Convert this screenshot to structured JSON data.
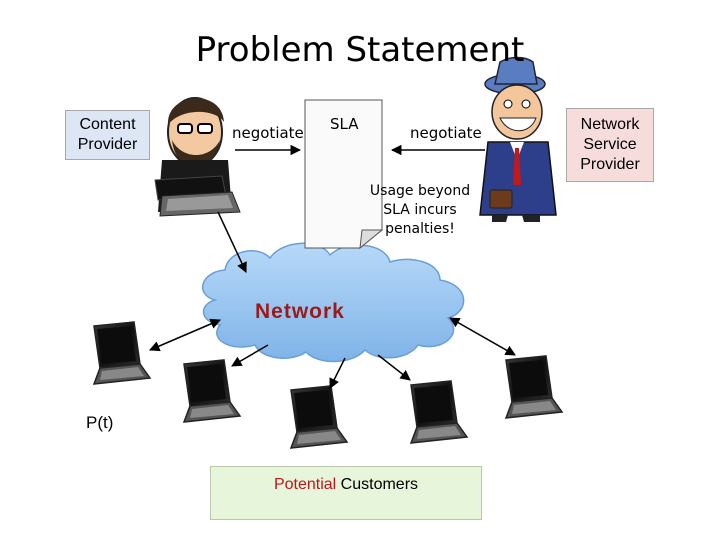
{
  "title": "Problem Statement",
  "content_provider": "Content Provider",
  "network_service_provider": "Network Service Provider",
  "negotiate_left": "negotiate",
  "negotiate_right": "negotiate",
  "sla_label": "SLA",
  "penalty_note": "Usage beyond SLA incurs penalties!",
  "network_label": "Network",
  "price_label": "P(t)",
  "customers_highlight": "Potential",
  "customers_rest": " Customers",
  "colors": {
    "content_provider_fill": "#dce6f5",
    "nsp_fill": "#f7dcdc",
    "customers_fill": "#e7f6da",
    "cloud_fill": "#8fc1f0",
    "network_text": "#9b1a1a",
    "customers_highlight": "#c0151b"
  },
  "icons": [
    "bearded-man-with-laptop-icon",
    "businessman-with-briefcase-icon",
    "laptop-icon",
    "sla-document-icon",
    "network-cloud-icon"
  ]
}
